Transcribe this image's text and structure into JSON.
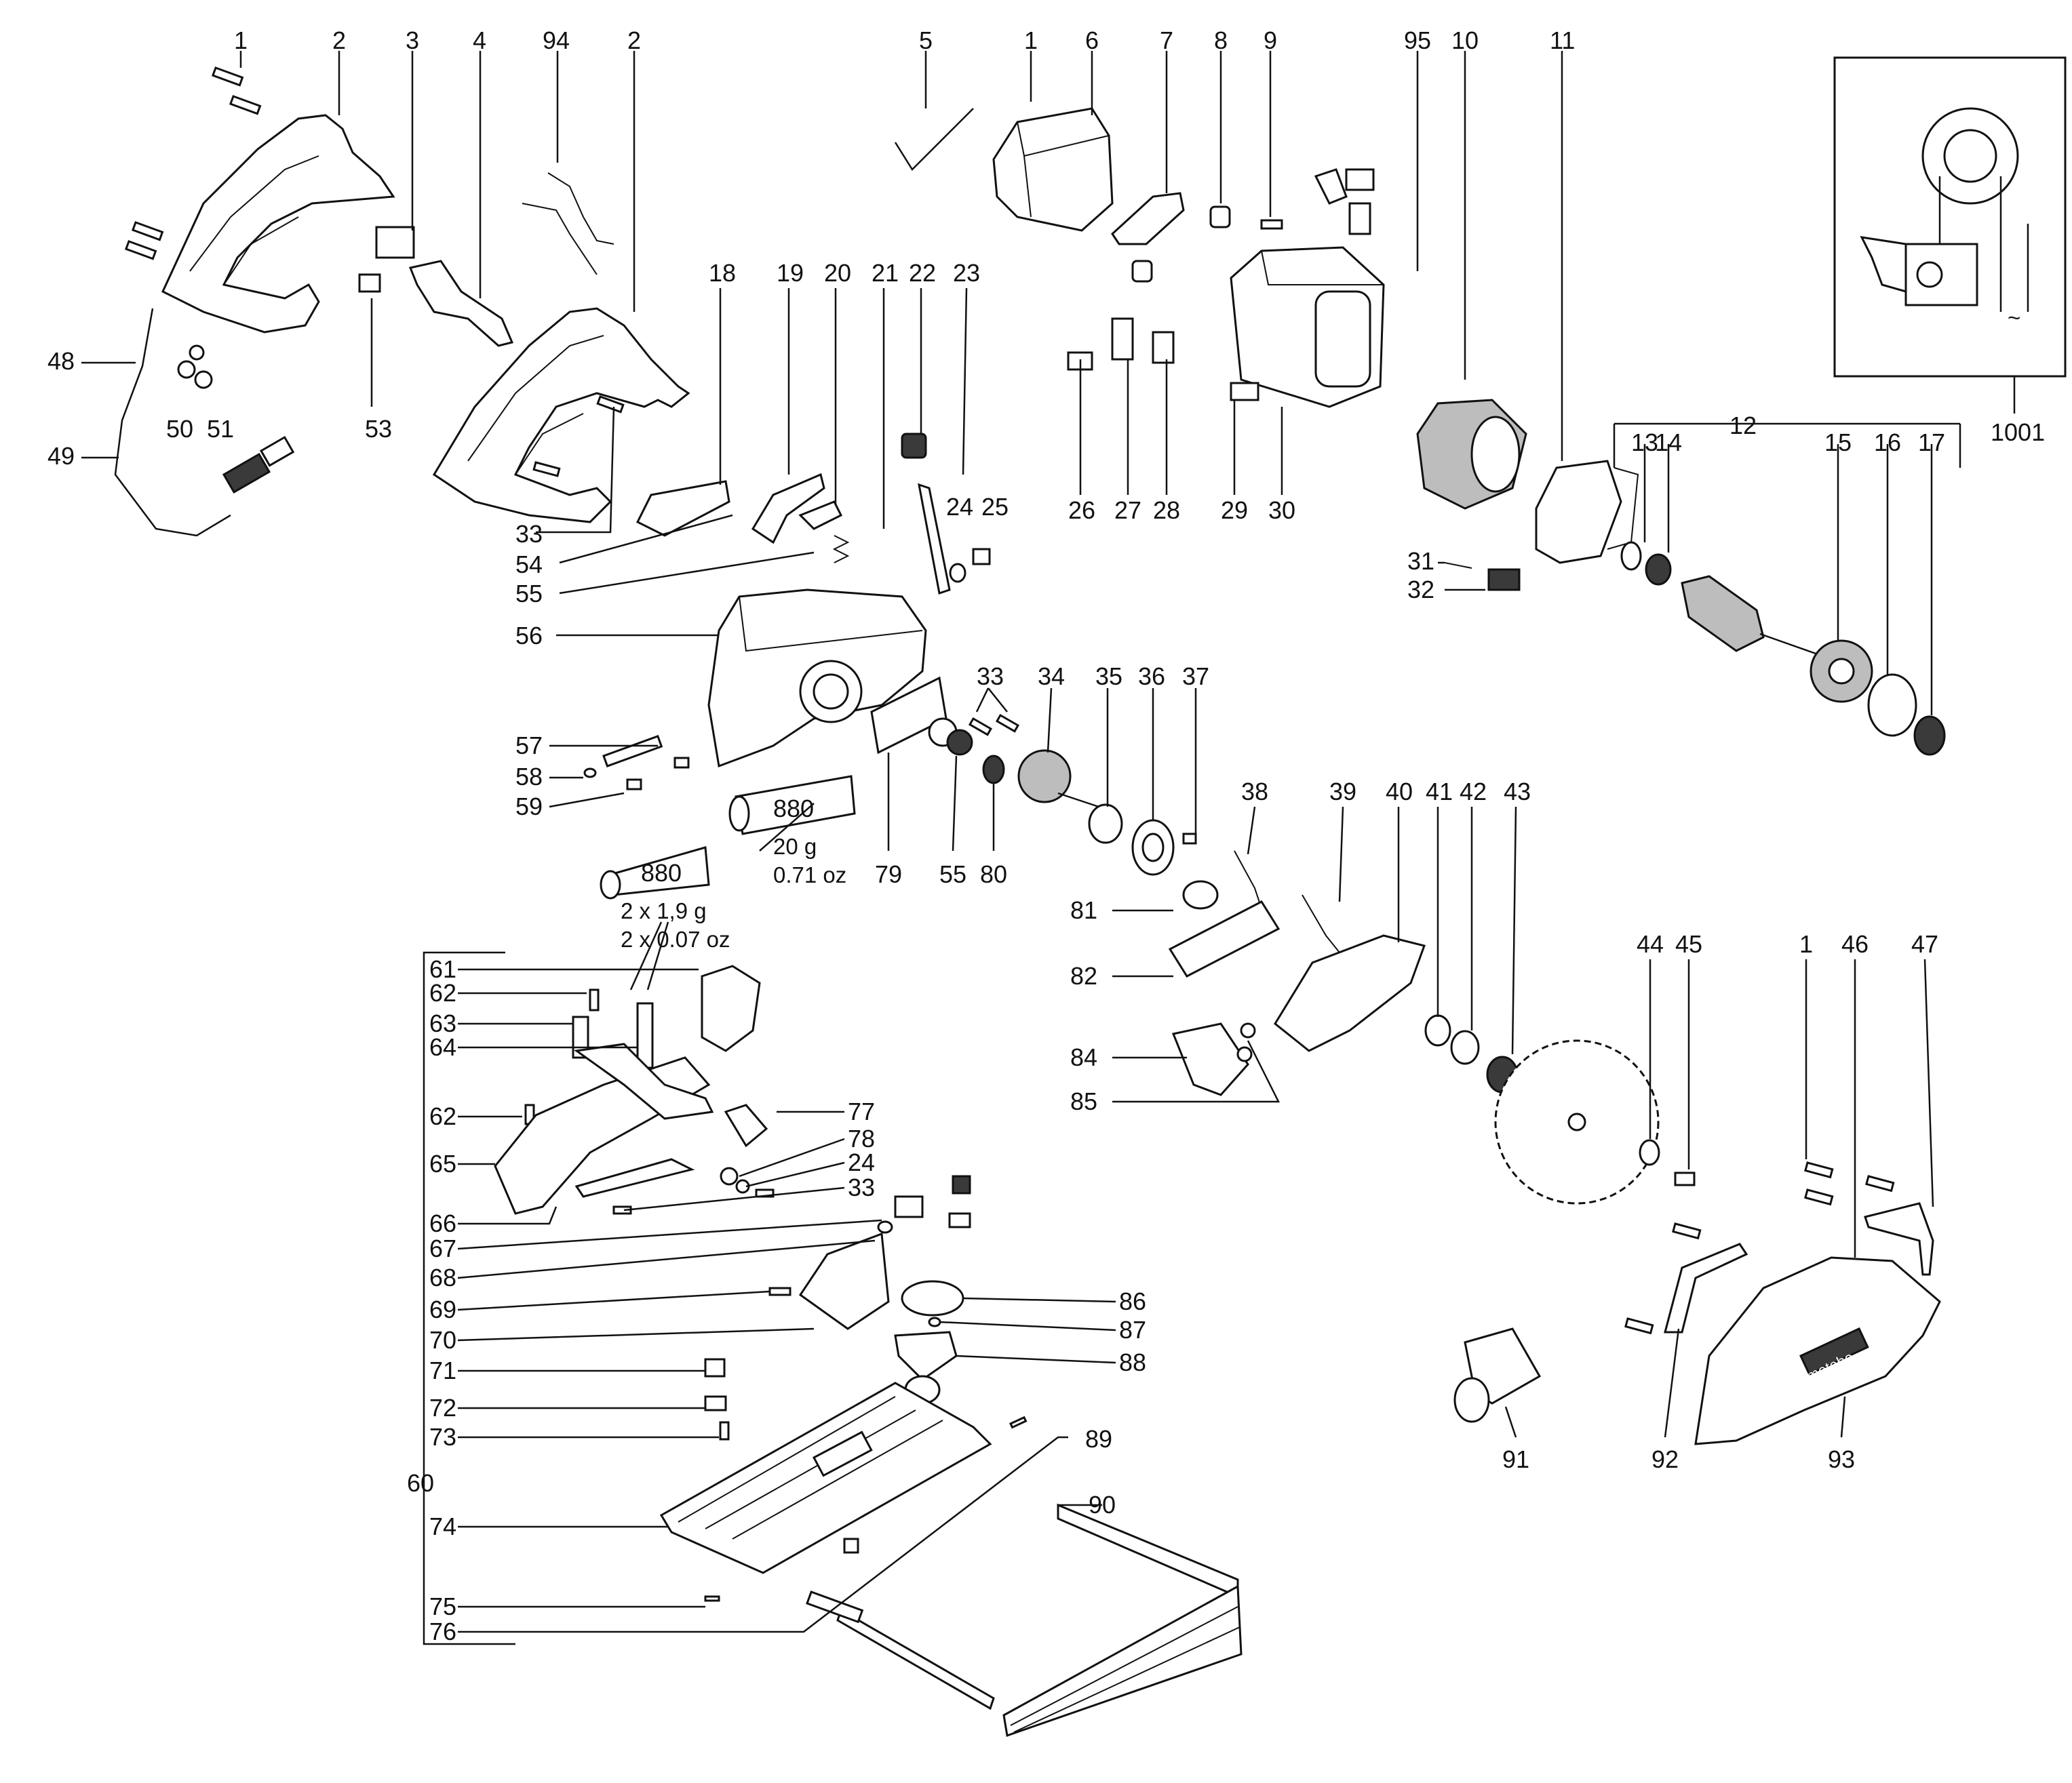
{
  "diagram": {
    "part_numbers_top_left": [
      "1",
      "2",
      "3",
      "4",
      "94",
      "2"
    ],
    "part_numbers_top_middle": [
      "5",
      "1",
      "6",
      "7",
      "8",
      "9",
      "95",
      "10",
      "11"
    ],
    "part_numbers_left_side": [
      "48",
      "49",
      "50",
      "51",
      "53"
    ],
    "part_numbers_row2": [
      "18",
      "19",
      "20",
      "21",
      "22",
      "23"
    ],
    "part_numbers_below_housing": [
      "26",
      "27",
      "28",
      "29",
      "30"
    ],
    "part_numbers_armature": [
      "12",
      "13",
      "14",
      "15",
      "16",
      "17"
    ],
    "part_numbers_brush": [
      "31",
      "32"
    ],
    "part_numbers_housing_callouts": [
      "33",
      "54",
      "55",
      "56",
      "24",
      "25"
    ],
    "part_numbers_gearbox": [
      "33",
      "34",
      "35",
      "36",
      "37"
    ],
    "part_numbers_pin": [
      "57",
      "58",
      "59"
    ],
    "grease_tube_large": {
      "code": "880",
      "qty_metric": "20 g",
      "qty_imperial": "0.71 oz"
    },
    "grease_tube_small": {
      "code": "880",
      "qty_metric": "2 x 1,9 g",
      "qty_imperial": "2 x 0.07 oz"
    },
    "part_numbers_mid_row": [
      "79",
      "55",
      "80"
    ],
    "part_numbers_guard_upper": [
      "38",
      "39",
      "40",
      "41",
      "42",
      "43"
    ],
    "part_numbers_guard_lower": [
      "81",
      "82",
      "84",
      "85"
    ],
    "part_numbers_base_group_left": [
      "61",
      "62",
      "63",
      "64",
      "62",
      "65",
      "66",
      "67",
      "68",
      "69",
      "70",
      "71",
      "72",
      "73",
      "74",
      "75",
      "76"
    ],
    "base_group_number": "60",
    "part_numbers_base_group_right": [
      "77",
      "78",
      "24",
      "33",
      "86",
      "87",
      "88",
      "89",
      "90"
    ],
    "part_numbers_blade_area": [
      "44",
      "45",
      "1",
      "46",
      "47"
    ],
    "part_numbers_bottom_right": [
      "91",
      "92",
      "93"
    ],
    "inset_number": "1001",
    "guard_brand_text": "metabo"
  }
}
